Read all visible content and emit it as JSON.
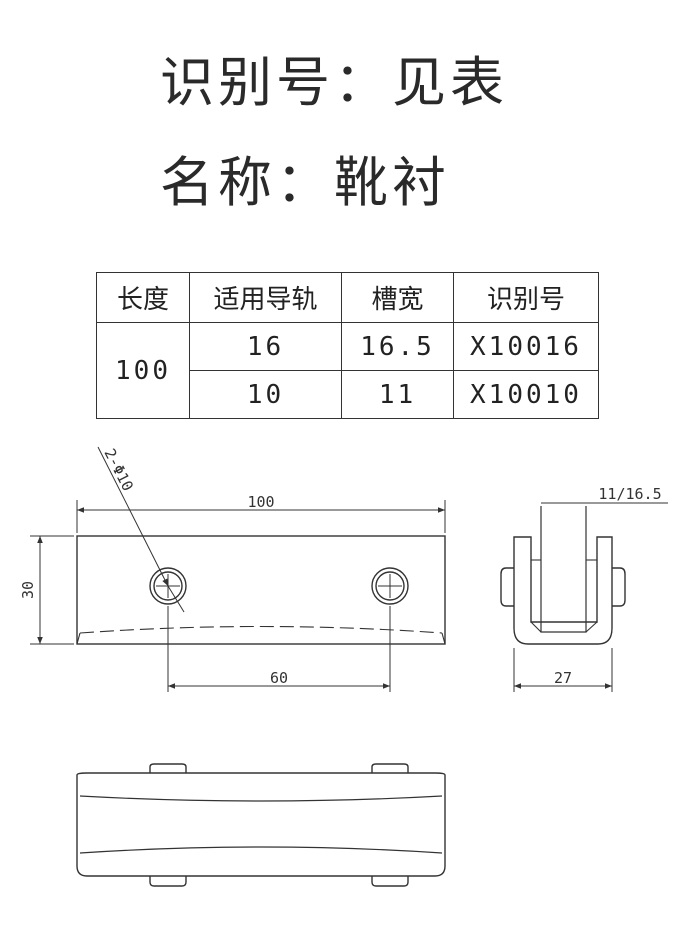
{
  "title": {
    "id_line": "识别号：见表",
    "name_line": "名称：靴衬"
  },
  "table": {
    "headers": [
      "长度",
      "适用导轨",
      "槽宽",
      "识别号"
    ],
    "length": "100",
    "rows": [
      {
        "rail": "16",
        "slot": "16.5",
        "id": "X10016"
      },
      {
        "rail": "10",
        "slot": "11",
        "id": "X10010"
      }
    ]
  },
  "drawing": {
    "front_view": {
      "length": "100",
      "height": "30",
      "hole_spacing": "60",
      "hole_label": "2-Φ10"
    },
    "side_view": {
      "slot_width": "11/16.5",
      "width": "27"
    }
  }
}
